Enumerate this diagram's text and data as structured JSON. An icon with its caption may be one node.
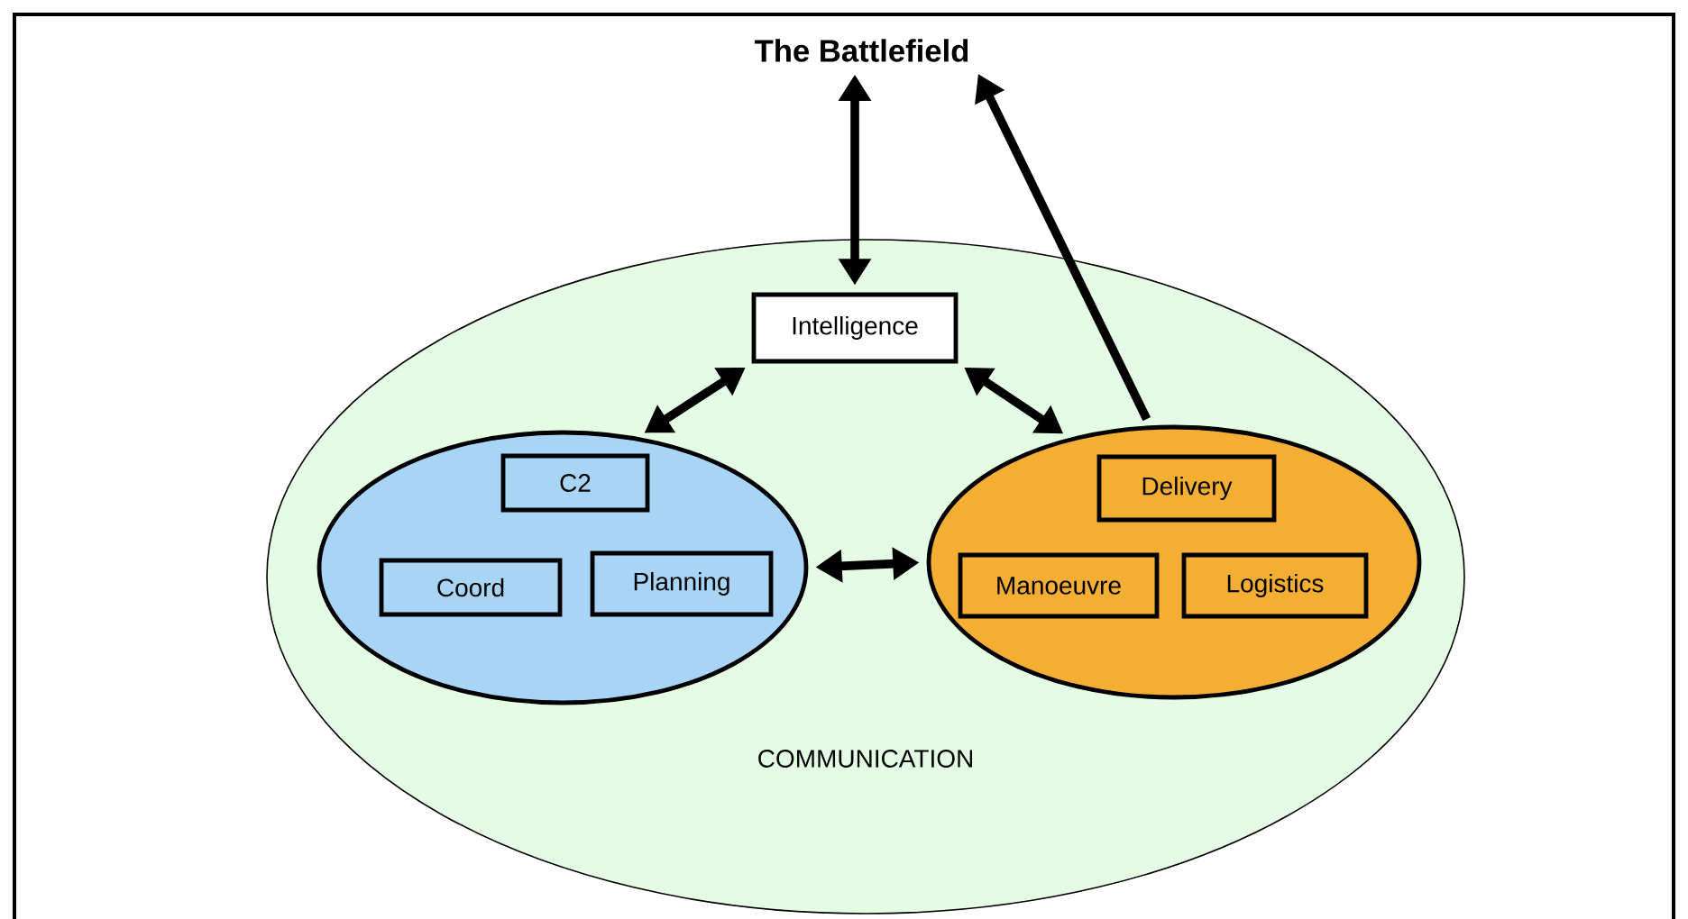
{
  "diagram": {
    "nodes": [
      {
        "text": [
          "The Battlefield"
        ]
      },
      {
        "text": [
          "COMMUNICATION"
        ]
      },
      {
        "text": [
          "Intelligence"
        ],
        "in": 1
      },
      {
        "text": [],
        "shape": "circle",
        "in": 1
      },
      {
        "text": [
          "C2"
        ],
        "in": 3
      },
      {
        "text": [
          "Coord"
        ],
        "in": 3
      },
      {
        "text": [
          "Planning"
        ],
        "in": 3
      },
      {
        "text": [],
        "shape": "circle",
        "in": 1
      },
      {
        "text": [
          "Delivery"
        ],
        "in": 7
      },
      {
        "text": [
          "Manoeuvre"
        ],
        "in": 7
      },
      {
        "text": [
          "Logistics"
        ],
        "in": 7
      }
    ],
    "edges": [
      {
        "from": 2,
        "to": 0,
        "arrow": "both"
      },
      {
        "from": 7,
        "to": 0,
        "arrow": "to"
      },
      {
        "from": 2,
        "to": 3,
        "arrow": "both"
      },
      {
        "from": 2,
        "to": 7,
        "arrow": "both"
      },
      {
        "from": 3,
        "to": 7,
        "arrow": "both"
      }
    ]
  }
}
